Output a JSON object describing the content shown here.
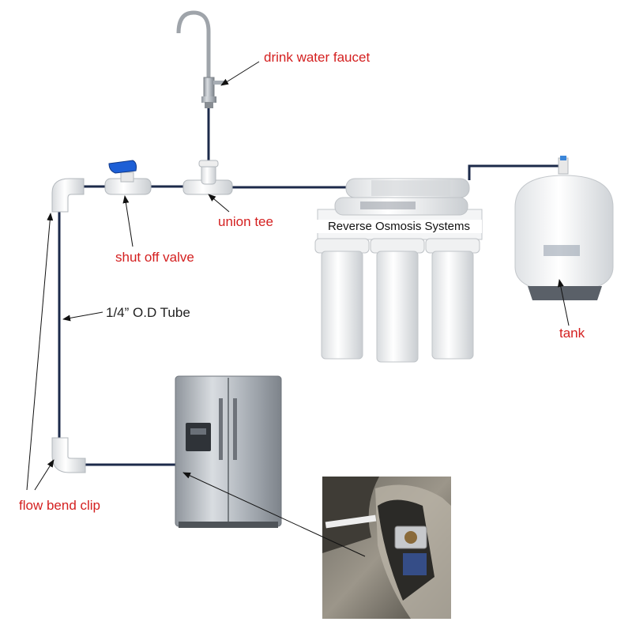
{
  "labels": {
    "faucet": "drink water faucet",
    "union_tee": "union tee",
    "shut_off_valve": "shut off valve",
    "tube": "1/4” O.D Tube",
    "tank": "tank",
    "flow_bend_clip": "flow bend clip",
    "ro_system": "Reverse Osmosis Systems"
  },
  "colors": {
    "label_red": "#d42020",
    "tube_navy": "#1c2a4a",
    "valve_blue": "#1d5fd6",
    "stainless": "#b7bcc2"
  }
}
